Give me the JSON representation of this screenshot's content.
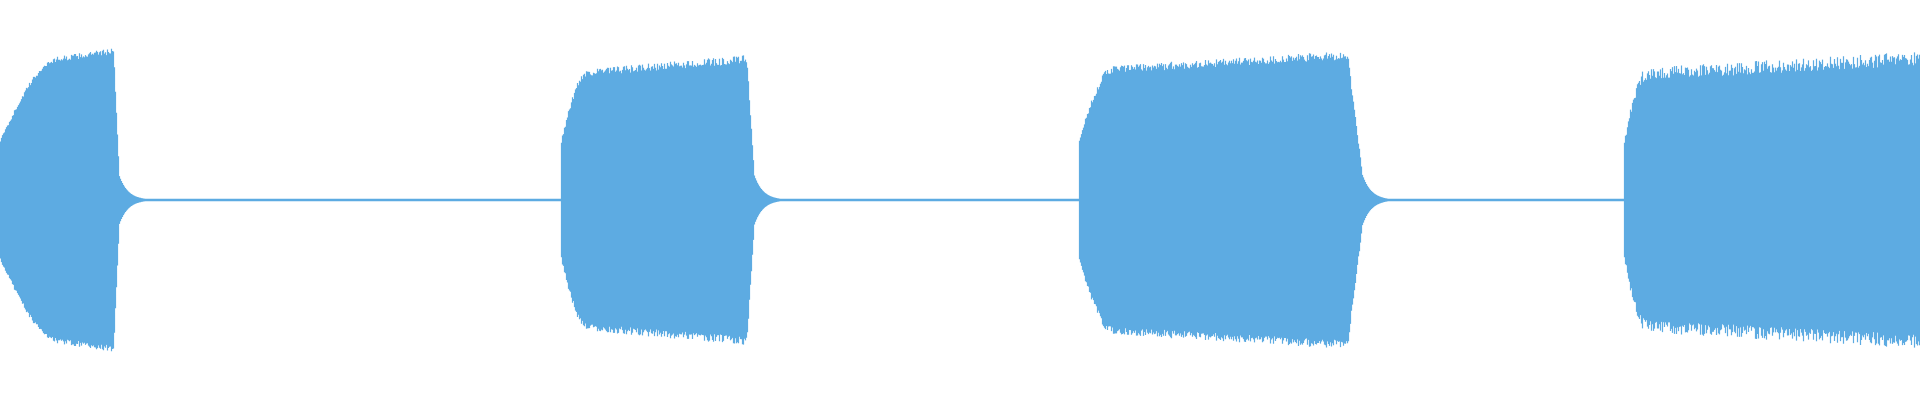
{
  "waveform": {
    "color": "#5DABE2",
    "background": "#FFFFFF",
    "segments": [
      {
        "kind": "tone",
        "start": 0.0,
        "end": 0.062,
        "attack": 0.03,
        "release": 0.003,
        "level": 0.36,
        "jitter": 0.02
      },
      {
        "kind": "silence",
        "start": 0.062,
        "end": 0.292,
        "floor": 0.003
      },
      {
        "kind": "tone",
        "start": 0.292,
        "end": 0.393,
        "attack": 0.014,
        "release": 0.004,
        "level": 0.34,
        "jitter": 0.03
      },
      {
        "kind": "silence",
        "start": 0.393,
        "end": 0.562,
        "floor": 0.003
      },
      {
        "kind": "tone",
        "start": 0.562,
        "end": 0.71,
        "attack": 0.018,
        "release": 0.008,
        "level": 0.35,
        "jitter": 0.03
      },
      {
        "kind": "silence",
        "start": 0.71,
        "end": 0.846,
        "floor": 0.003
      },
      {
        "kind": "tone",
        "start": 0.846,
        "end": 1.0,
        "attack": 0.012,
        "release": 0.0,
        "level": 0.34,
        "jitter": 0.05
      }
    ]
  }
}
